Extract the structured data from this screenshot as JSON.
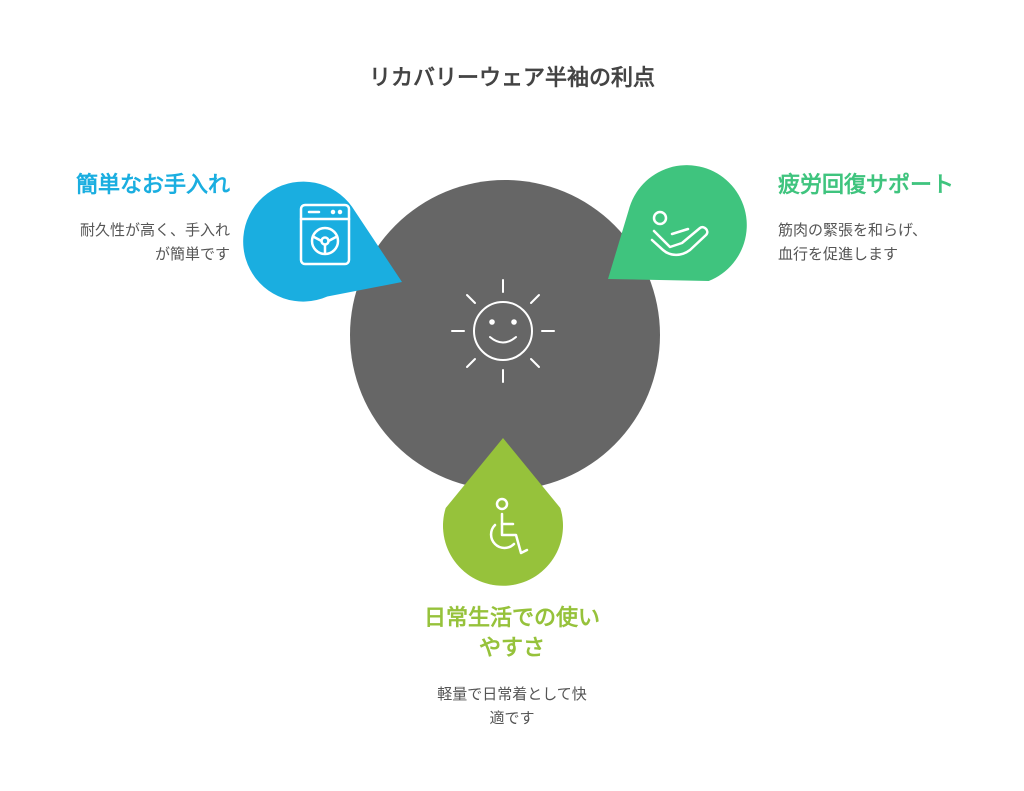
{
  "title": "リカバリーウェア半袖の利点",
  "colors": {
    "center": "#666666",
    "blue": "#1AAEE0",
    "green": "#3FC47E",
    "lime": "#96C23B",
    "title_text": "#444444",
    "desc_text": "#555555"
  },
  "items": [
    {
      "icon": "washing-machine-icon",
      "heading": [
        "簡単なお手入れ"
      ],
      "description": [
        "耐久性が高く、手入れ",
        "が簡単です"
      ]
    },
    {
      "icon": "relaxing-person-icon",
      "heading": [
        "疲労回復サポート"
      ],
      "description": [
        "筋肉の緊張を和らげ、",
        "血行を促進します"
      ]
    },
    {
      "icon": "wheelchair-icon",
      "heading": [
        "日常生活での使い",
        "やすさ"
      ],
      "description": [
        "軽量で日常着として快",
        "適です"
      ]
    }
  ],
  "center_icon": "smiling-sun-icon"
}
